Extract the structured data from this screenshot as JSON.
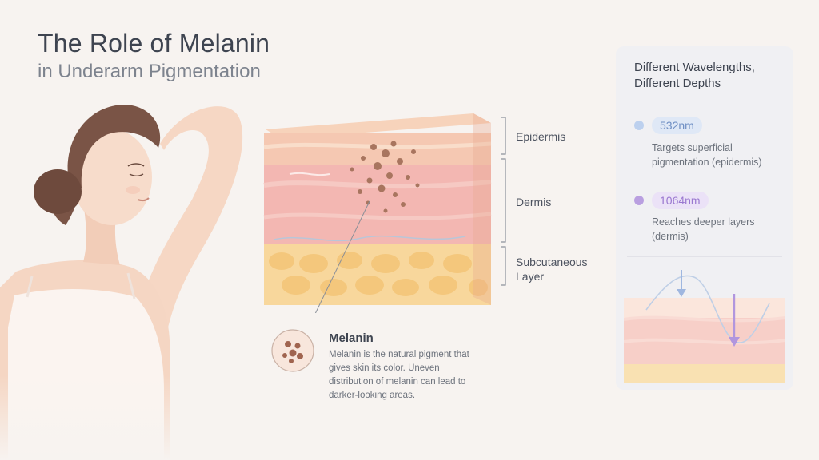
{
  "header": {
    "title": "The Role of Melanin",
    "subtitle": "in Underarm Pigmentation"
  },
  "layers": {
    "epidermis": "Epidermis",
    "dermis": "Dermis",
    "subcutaneous": "Subcutaneous Layer"
  },
  "melanin": {
    "title": "Melanin",
    "description": "Melanin is the natural pigment that gives skin its color. Uneven distribution of melanin can lead to darker-looking areas."
  },
  "panel": {
    "title": "Different Wavelengths, Different Depths",
    "wavelengths": [
      {
        "label": "532nm",
        "description": "Targets superficial pigmentation (epidermis)",
        "color": "#a9c3ea"
      },
      {
        "label": "1064nm",
        "description": "Reaches deeper layers (dermis)",
        "color": "#b89ae0"
      }
    ]
  }
}
